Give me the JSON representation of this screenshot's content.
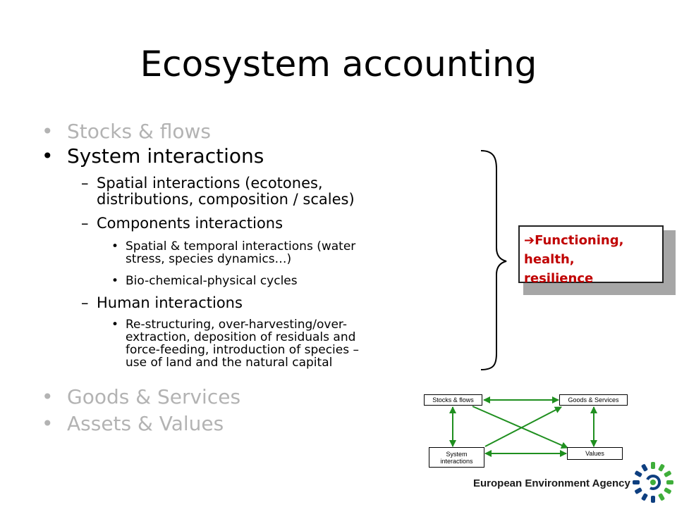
{
  "slide": {
    "title": "Ecosystem accounting",
    "bullets": {
      "stocks_flows": "Stocks & flows",
      "system_interactions": "System interactions",
      "spatial_interactions_line1": "Spatial interactions (ecotones,",
      "spatial_interactions_line2": "distributions, composition / scales)",
      "components_interactions": "Components interactions",
      "spatial_temporal_line1": "Spatial & temporal interactions (water",
      "spatial_temporal_line2": "stress, species dynamics…)",
      "biochemical": "Bio-chemical-physical cycles",
      "human_interactions": "Human interactions",
      "restructuring_line1": "Re-structuring, over-harvesting/over-",
      "restructuring_line2": "extraction, deposition of residuals and",
      "restructuring_line3": "force-feeding, introduction of species –",
      "restructuring_line4": "use of land and the natural capital",
      "goods_services": "Goods & Services",
      "assets_values": "Assets & Values"
    },
    "bullet_glyph": "•",
    "dash_glyph": "–",
    "callout": {
      "arrow": "➔",
      "line1": "Functioning,",
      "line2": "health,",
      "line3": "resilience"
    },
    "diagram": {
      "stocks_flows": "Stocks & flows",
      "goods_services": "Goods & Services",
      "system_interactions_line1": "System",
      "system_interactions_line2": "interactions",
      "values": "Values"
    },
    "footer": {
      "agency": "European Environment Agency"
    },
    "colors": {
      "dim_text": "#b3b3b3",
      "callout_text": "#c00000",
      "diagram_green": "#1f8f1f",
      "logo_blue": "#0e3f80",
      "logo_green": "#3fae3a"
    }
  }
}
